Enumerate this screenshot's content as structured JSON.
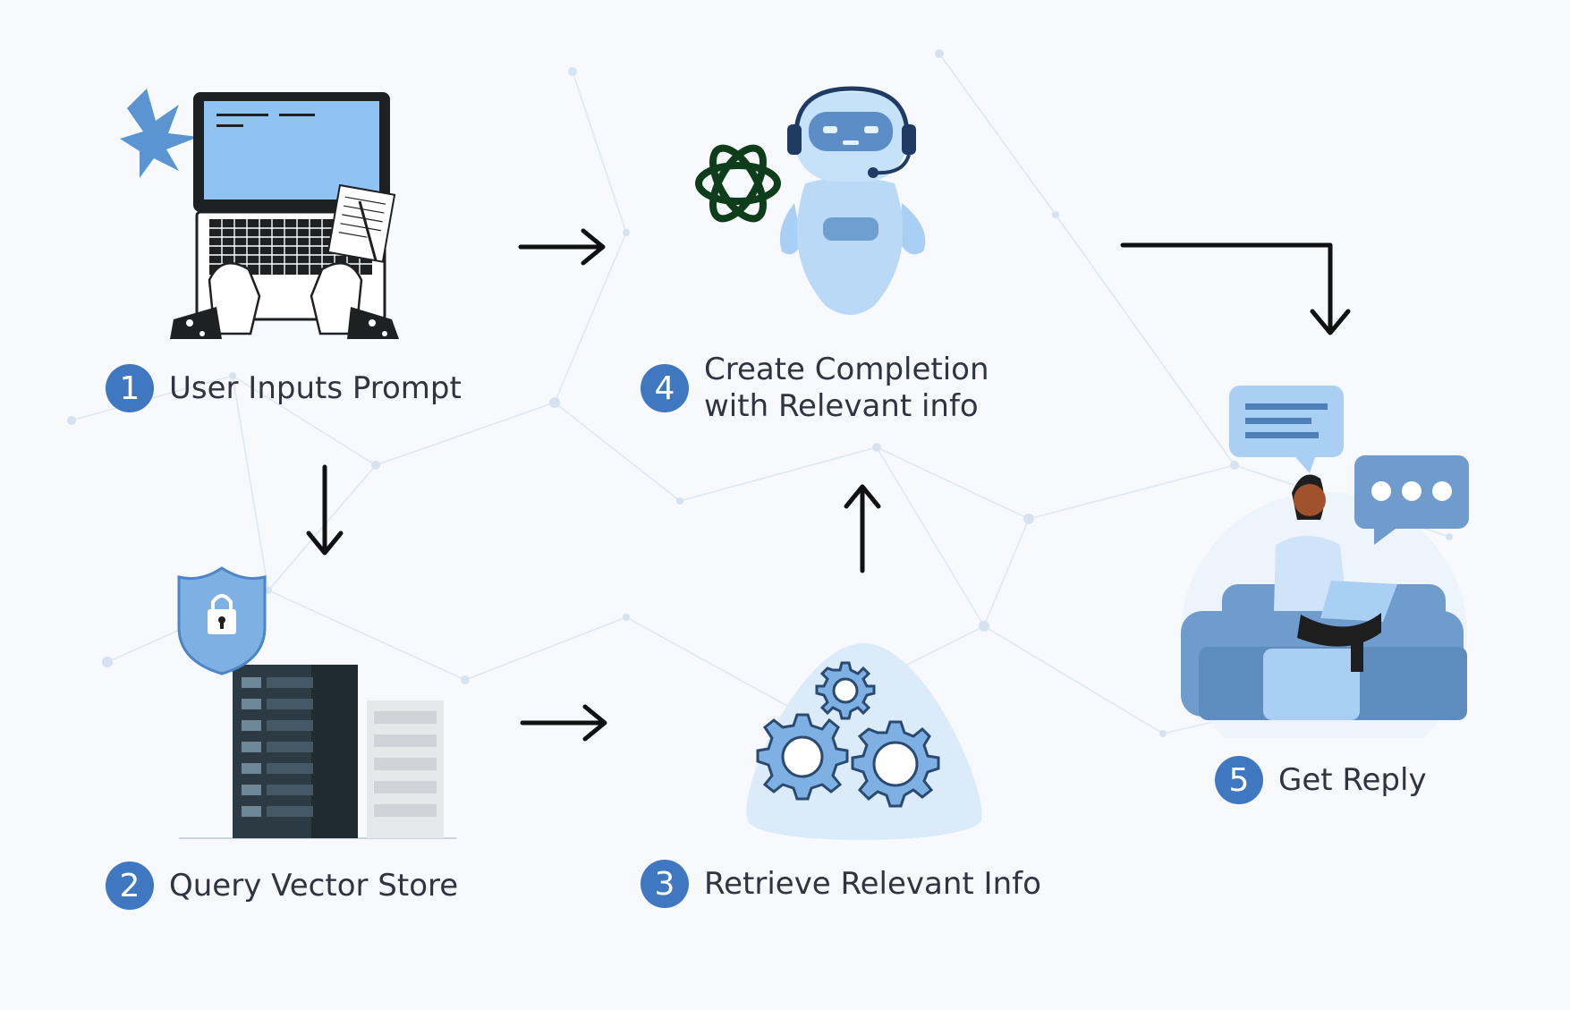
{
  "colors": {
    "badge": "#3f78c0",
    "text": "#2f3440",
    "arrow": "#111111",
    "light_blue": "#a9cff5",
    "mid_blue": "#6f9fd1",
    "background": "#f7f9fc"
  },
  "steps": [
    {
      "number": "1",
      "label_lines": [
        "User Inputs Prompt"
      ],
      "icon": "laptop-typing-icon"
    },
    {
      "number": "2",
      "label_lines": [
        "Query Vector Store"
      ],
      "icon": "server-shield-icon"
    },
    {
      "number": "3",
      "label_lines": [
        "Retrieve Relevant Info"
      ],
      "icon": "gears-icon"
    },
    {
      "number": "4",
      "label_lines": [
        "Create Completion",
        "with Relevant info"
      ],
      "icon": "robot-openai-icon"
    },
    {
      "number": "5",
      "label_lines": [
        "Get Reply"
      ],
      "icon": "woman-laptop-chat-icon"
    }
  ],
  "arrows": [
    {
      "from": "1",
      "to": "4",
      "direction": "right"
    },
    {
      "from": "1",
      "to": "2",
      "direction": "down"
    },
    {
      "from": "2",
      "to": "3",
      "direction": "right"
    },
    {
      "from": "3",
      "to": "4",
      "direction": "up"
    },
    {
      "from": "4",
      "to": "5",
      "direction": "right-then-down"
    }
  ]
}
